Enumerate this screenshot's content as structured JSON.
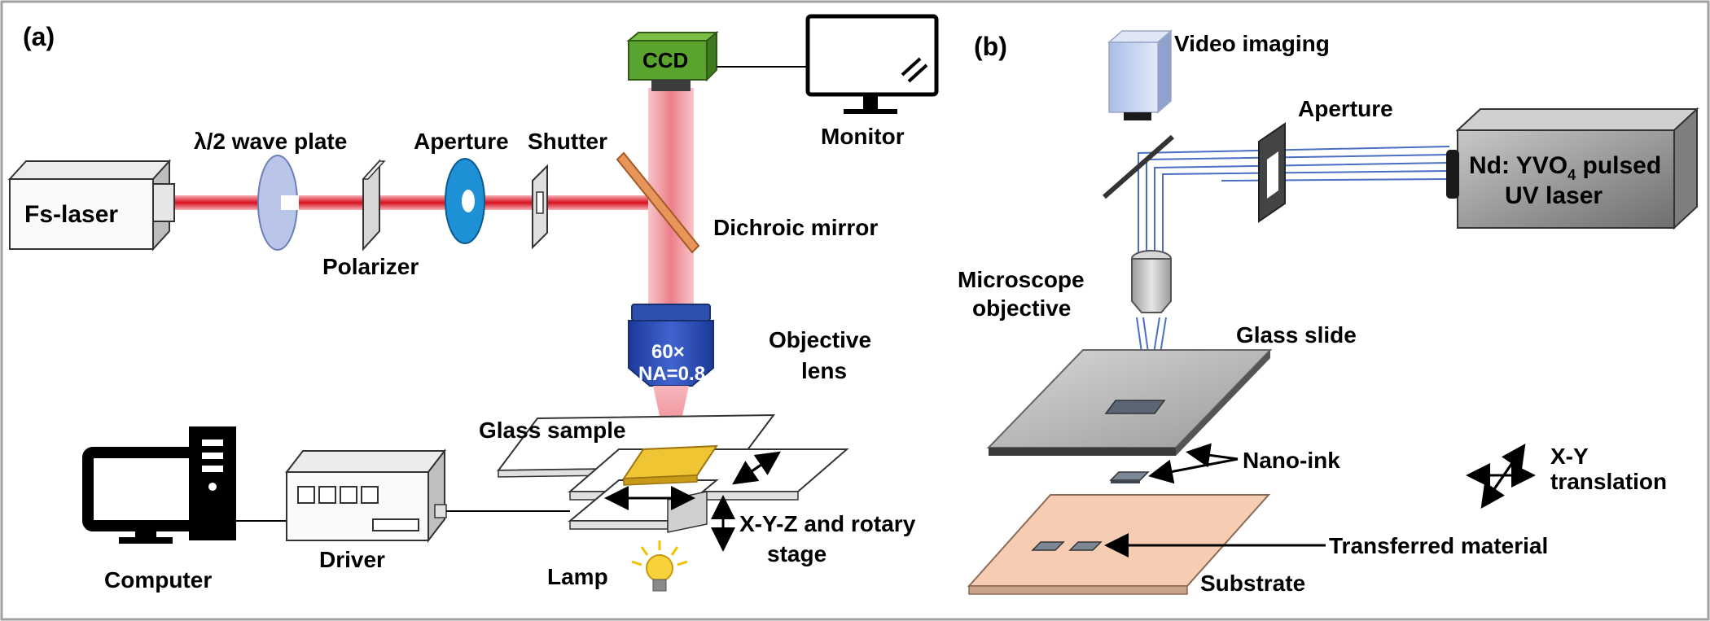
{
  "panel_a": {
    "tag": "(a)",
    "fs_laser": "Fs-laser",
    "wave_plate": "λ/2 wave plate",
    "polarizer": "Polarizer",
    "aperture": "Aperture",
    "shutter": "Shutter",
    "ccd": "CCD",
    "monitor": "Monitor",
    "dichroic_mirror": "Dichroic mirror",
    "objective_mag": "60×",
    "objective_na": "NA=0.8",
    "objective_lens_line1": "Objective",
    "objective_lens_line2": "lens",
    "glass_sample": "Glass sample",
    "stage_line1": "X-Y-Z and rotary",
    "stage_line2": "stage",
    "lamp": "Lamp",
    "computer": "Computer",
    "driver": "Driver"
  },
  "panel_b": {
    "tag": "(b)",
    "video_imaging": "Video imaging",
    "aperture": "Aperture",
    "laser_line1_prefix": "Nd: YVO",
    "laser_line1_sub": "4",
    "laser_line1_suffix": " pulsed",
    "laser_line2": "UV laser",
    "microscope_line1": "Microscope",
    "microscope_line2": "objective",
    "glass_slide": "Glass slide",
    "nano_ink": "Nano-ink",
    "xy_line1": "X-Y",
    "xy_line2": "translation",
    "transferred_material": "Transferred material",
    "substrate": "Substrate"
  },
  "colors": {
    "laser_beam": "#e8303a",
    "ccd_beam": "#f2a0a8",
    "aperture_blue": "#1e90d6",
    "objective_blue": "#2f52b5",
    "sample_gold": "#e8b52a",
    "substrate_peach": "#f6cdb3",
    "uv_beam": "#4a6fc4",
    "ccd_green": "#4f8a2b"
  }
}
